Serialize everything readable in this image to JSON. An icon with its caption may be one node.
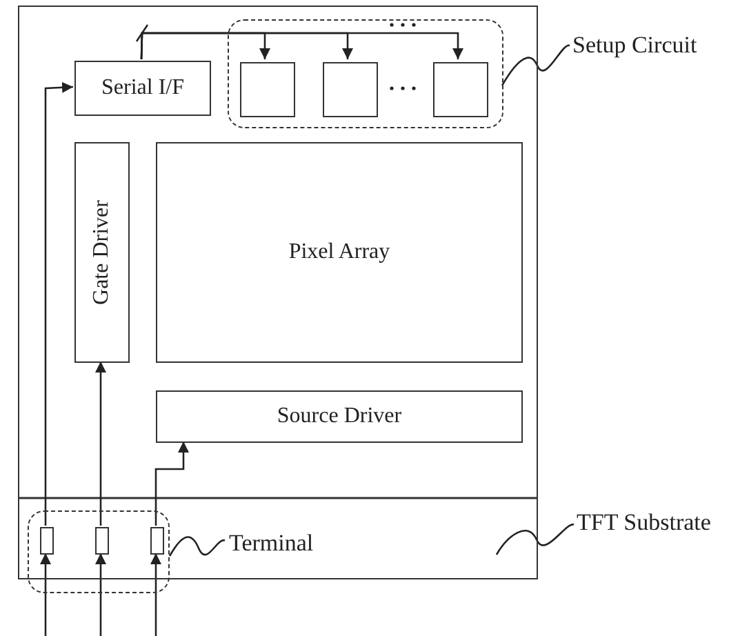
{
  "diagram": {
    "nodes": [
      {
        "text": [],
        "shape": "box"
      },
      {
        "text": [
          "Serial I/F"
        ],
        "in": 0
      },
      {
        "text": [],
        "shape": "box",
        "in": 0
      },
      {
        "text": [],
        "shape": "box",
        "in": 2
      },
      {
        "text": [],
        "shape": "box",
        "in": 2
      },
      {
        "text": [],
        "shape": "box",
        "in": 2
      },
      {
        "text": [
          "Gate Driver"
        ],
        "in": 0
      },
      {
        "text": [
          "Pixel Array"
        ],
        "in": 0
      },
      {
        "text": [
          "Source Driver"
        ],
        "in": 0
      },
      {
        "text": [],
        "shape": "box"
      },
      {
        "text": [],
        "shape": "box",
        "in": 9
      },
      {
        "text": [],
        "shape": "box",
        "in": 9
      },
      {
        "text": [],
        "shape": "box",
        "in": 9
      },
      {
        "text": [
          "Setup Circuit"
        ]
      },
      {
        "text": [
          "Terminal"
        ],
        "in": 0
      },
      {
        "text": [
          "TFT Substrate"
        ]
      }
    ],
    "edges": [
      {
        "from": 1,
        "to": 3,
        "arrow": "to"
      },
      {
        "from": 1,
        "to": 4,
        "arrow": "to"
      },
      {
        "from": 1,
        "to": 5,
        "arrow": "to"
      },
      {
        "from": null,
        "to": 10,
        "arrow": "to"
      },
      {
        "from": null,
        "to": 11,
        "arrow": "to"
      },
      {
        "from": null,
        "to": 12,
        "arrow": "to"
      },
      {
        "from": 10,
        "to": 1,
        "arrow": "to"
      },
      {
        "from": 11,
        "to": 6,
        "arrow": "to"
      },
      {
        "from": 12,
        "to": 8,
        "arrow": "to"
      },
      {
        "from": 13,
        "to": 2,
        "arrow": "none"
      },
      {
        "from": 14,
        "to": 9,
        "arrow": "none"
      },
      {
        "from": 15,
        "to": 0,
        "arrow": "none"
      }
    ]
  }
}
